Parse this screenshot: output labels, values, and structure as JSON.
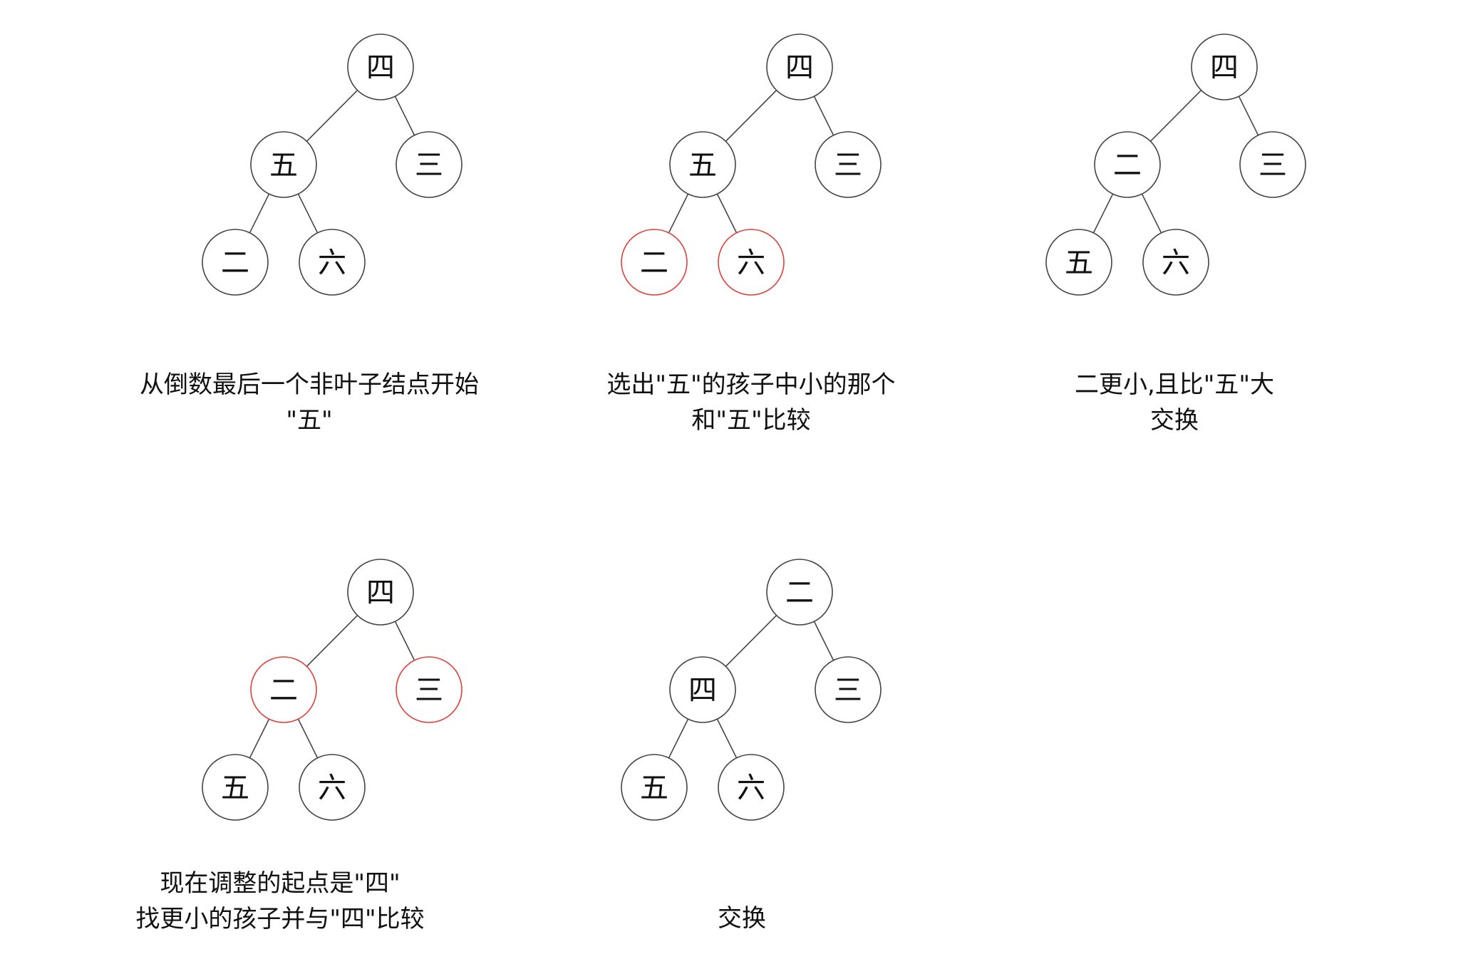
{
  "colors": {
    "node_stroke": "#444444",
    "highlight_stroke": "#e0403a",
    "edge_stroke": "#444444",
    "text": "#111111",
    "caption_accent": "#9b1c1c"
  },
  "panels": [
    {
      "nodes": [
        {
          "label": "四",
          "highlight": false
        },
        {
          "label": "五",
          "highlight": false
        },
        {
          "label": "三",
          "highlight": false
        },
        {
          "label": "二",
          "highlight": false
        },
        {
          "label": "六",
          "highlight": false
        }
      ],
      "caption": [
        {
          "text": "从倒数最后一个非叶子结点开始",
          "accent": false
        },
        {
          "text": "\"五\"",
          "accent": false
        }
      ]
    },
    {
      "nodes": [
        {
          "label": "四",
          "highlight": false
        },
        {
          "label": "五",
          "highlight": false
        },
        {
          "label": "三",
          "highlight": false
        },
        {
          "label": "二",
          "highlight": true
        },
        {
          "label": "六",
          "highlight": true
        }
      ],
      "caption": [
        {
          "text": "选出\"五\"的孩子中小的那个",
          "accent": false
        },
        {
          "text": "和\"五\"比较",
          "accent": false
        }
      ]
    },
    {
      "nodes": [
        {
          "label": "四",
          "highlight": false
        },
        {
          "label": "二",
          "highlight": false
        },
        {
          "label": "三",
          "highlight": false
        },
        {
          "label": "五",
          "highlight": false
        },
        {
          "label": "六",
          "highlight": false
        }
      ],
      "caption": [
        {
          "text": "二更小,且比\"五\"大",
          "accent": false
        },
        {
          "text": "交换",
          "accent": true
        }
      ]
    },
    {
      "nodes": [
        {
          "label": "四",
          "highlight": false
        },
        {
          "label": "二",
          "highlight": true
        },
        {
          "label": "三",
          "highlight": true
        },
        {
          "label": "五",
          "highlight": false
        },
        {
          "label": "六",
          "highlight": false
        }
      ],
      "caption": [
        {
          "text": "现在调整的起点是\"四\"",
          "accent": false
        },
        {
          "text": "找更小的孩子并与\"四\"比较",
          "accent": false
        }
      ]
    },
    {
      "nodes": [
        {
          "label": "二",
          "highlight": false
        },
        {
          "label": "四",
          "highlight": false
        },
        {
          "label": "三",
          "highlight": false
        },
        {
          "label": "五",
          "highlight": false
        },
        {
          "label": "六",
          "highlight": false
        }
      ],
      "caption": [
        {
          "text": "交换",
          "accent": false
        }
      ]
    }
  ]
}
